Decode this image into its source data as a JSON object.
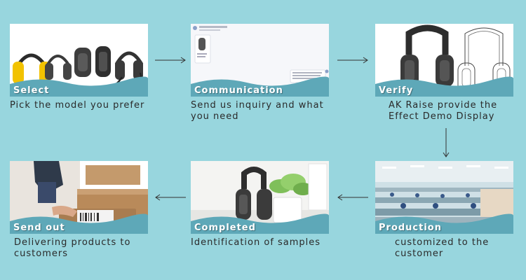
{
  "steps": [
    {
      "title": "Select",
      "caption_lines": [
        "Pick the model you prefer"
      ]
    },
    {
      "title": "Communication",
      "caption_lines": [
        "Send us inquiry and what",
        "you need"
      ]
    },
    {
      "title": "Verify",
      "caption_lines": [
        "AK Raise provide the",
        "Effect Demo Display"
      ]
    },
    {
      "title": "Production",
      "caption_lines": [
        "customized to the",
        "customer"
      ]
    },
    {
      "title": "Completed",
      "caption_lines": [
        "Identification of samples"
      ]
    },
    {
      "title": "Send out",
      "caption_lines": [
        "Delivering products to",
        "customers"
      ]
    }
  ],
  "colors": {
    "background": "#98d6de",
    "wave": "#5ea8b8",
    "caption_text": "#2a2a2a",
    "arrow": "#333333"
  },
  "icons": [
    "earmuff-product-icon",
    "chat-screenshot-icon",
    "earmuff-sketch-icon",
    "factory-floor-icon",
    "earmuff-sample-icon",
    "parcel-handover-icon"
  ]
}
